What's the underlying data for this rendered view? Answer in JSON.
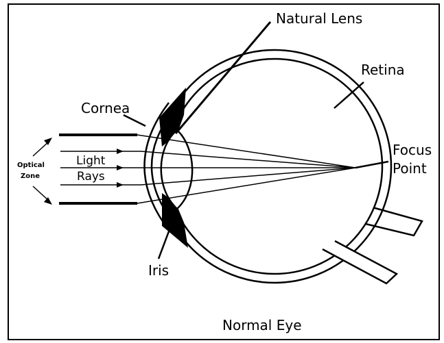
{
  "labels": {
    "natural_lens": "Natural Lens",
    "retina": "Retina",
    "cornea": "Cornea",
    "focus": "Focus",
    "point": "Point",
    "optical": "Optical",
    "zone": "Zone",
    "light": "Light",
    "rays": "Rays",
    "iris": "Iris",
    "caption": "Normal Eye"
  },
  "colors": {
    "ink": "#000000",
    "background": "#ffffff"
  }
}
